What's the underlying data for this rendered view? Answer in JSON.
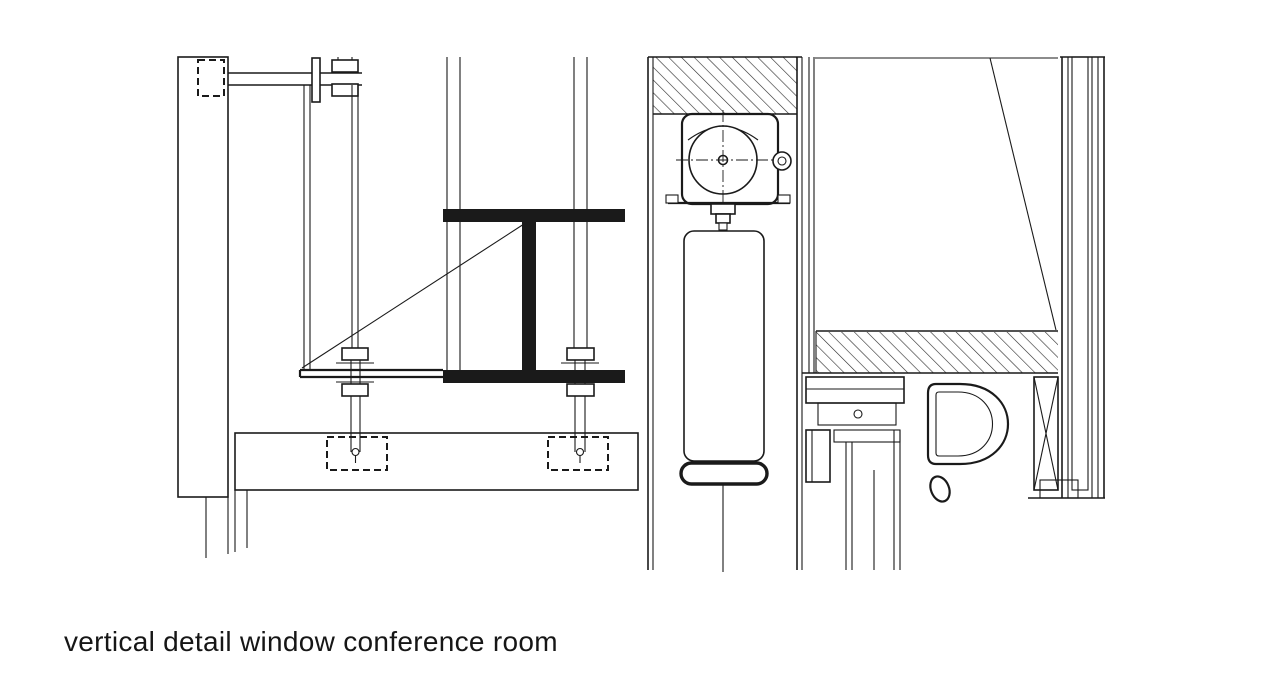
{
  "caption": {
    "text": "vertical detail window conference room"
  },
  "colors": {
    "background": "#ffffff",
    "line": "#1a1a1a",
    "concrete_fill": "#a8a8a8",
    "concrete_hatch": "#6e6e6e",
    "steel_fill": "#1a1a1a",
    "caption_text": "#161616"
  },
  "drawing": {
    "type": "architectural-vertical-section-detail",
    "parts": [
      "concrete-wall",
      "hanger-bracket",
      "threaded-rods",
      "steel-i-beam",
      "base-plate",
      "diagonal-brace",
      "anchor-bolts",
      "concrete-slab",
      "roller-blind-housing",
      "roller-blind-coil",
      "roller-blind-bottom-bar",
      "window-mullion",
      "lintel-hatch-band",
      "window-head-frame",
      "handle-profile",
      "timber-blocking",
      "facade-column"
    ]
  }
}
